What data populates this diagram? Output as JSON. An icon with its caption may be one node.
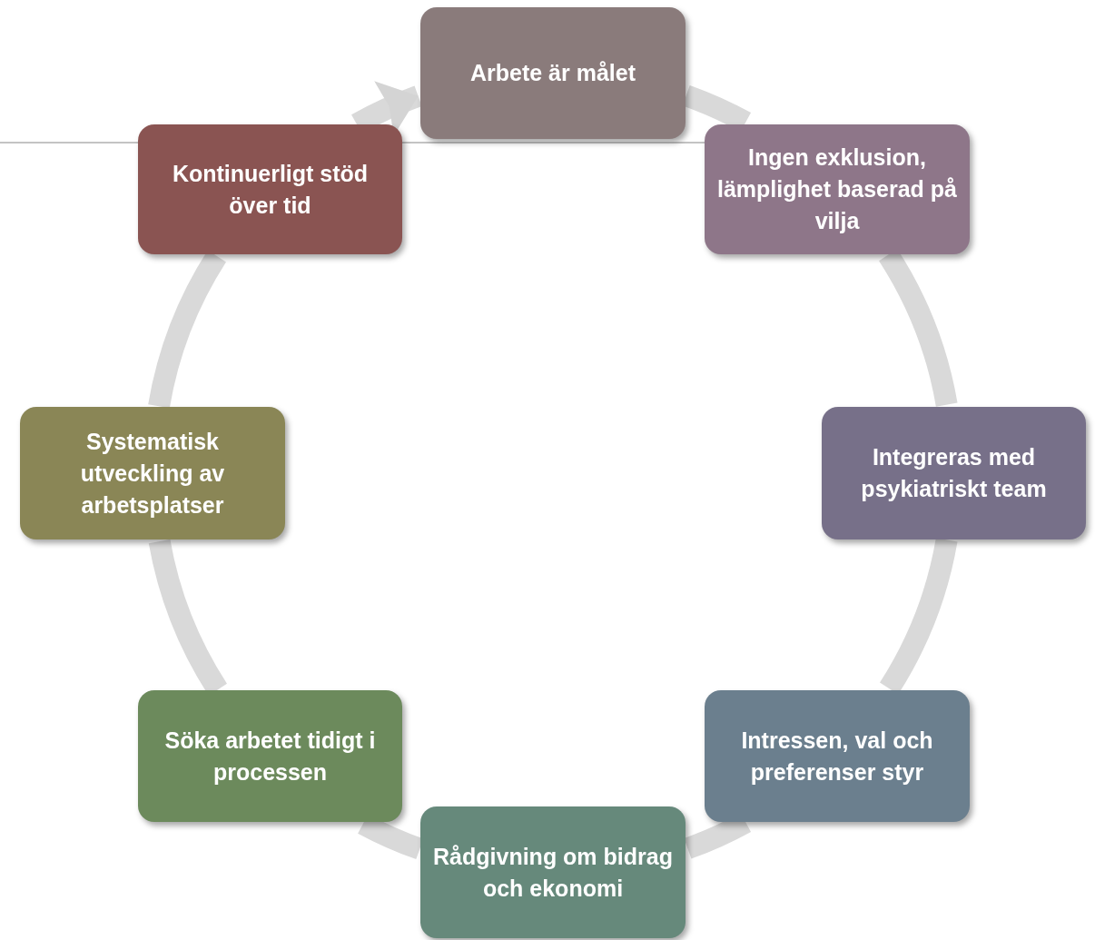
{
  "diagram": {
    "nodes": [
      {
        "text": [
          "Arbete är målet"
        ]
      },
      {
        "text": [
          "Ingen exklusion, lämplighet baserad på vilja"
        ]
      },
      {
        "text": [
          "Integreras med psykiatriskt team"
        ]
      },
      {
        "text": [
          "Intressen, val och preferenser styr"
        ]
      },
      {
        "text": [
          "Rådgivning om bidrag och ekonomi"
        ]
      },
      {
        "text": [
          "Söka arbetet tidigt i processen"
        ]
      },
      {
        "text": [
          "Systematisk utveckling av arbetsplatser"
        ]
      },
      {
        "text": [
          "Kontinuerligt stöd över tid"
        ]
      }
    ],
    "edges": [
      {
        "from": 0,
        "to": 1,
        "arrow": "none"
      },
      {
        "from": 1,
        "to": 2,
        "arrow": "none"
      },
      {
        "from": 2,
        "to": 3,
        "arrow": "none"
      },
      {
        "from": 3,
        "to": 4,
        "arrow": "none"
      },
      {
        "from": 4,
        "to": 5,
        "arrow": "none"
      },
      {
        "from": 5,
        "to": 6,
        "arrow": "none"
      },
      {
        "from": 6,
        "to": 7,
        "arrow": "none"
      },
      {
        "from": 7,
        "to": 0,
        "arrow": "to"
      }
    ]
  }
}
